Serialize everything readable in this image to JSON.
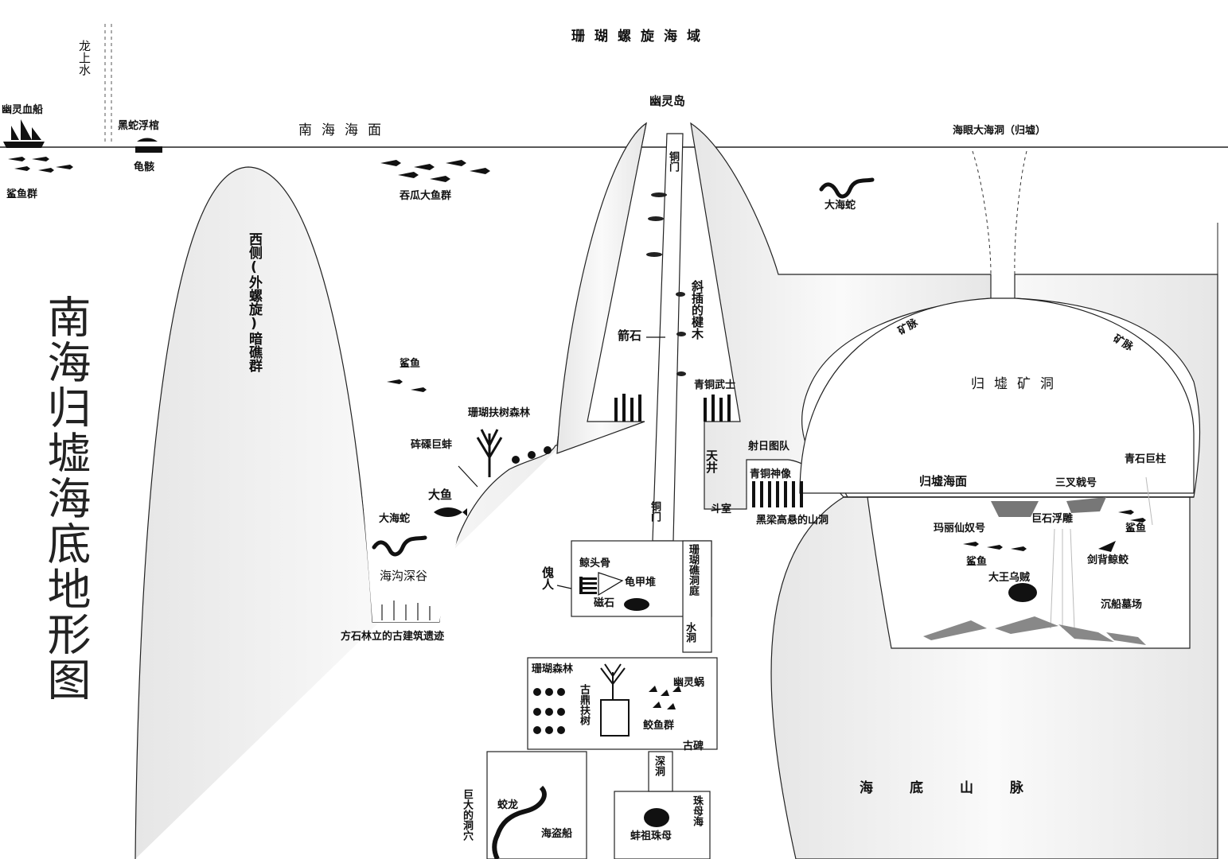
{
  "map_title": "南海归墟海底地形图",
  "regions": {
    "coral_sea": "珊瑚螺旋海域",
    "south_sea_surface": "南海海面",
    "undersea_mountains": "海底山脉",
    "guixu_mine_cave": "归墟矿洞",
    "guixu_sea_surface": "归墟海面",
    "west_reef": "西侧(外螺旋)暗礁群",
    "trench_valley": "海沟深谷",
    "sea_eye_cave": "海眼大海洞（归墟）"
  },
  "labels": {
    "waterspout": "龙上水",
    "ghost_ship": "幽灵血船",
    "shark_school_1": "鲨鱼群",
    "black_coffin": "黑蛇浮棺",
    "turtle_bones": "龟骸",
    "whale_fish": "吞瓜大鱼群",
    "ghost_island": "幽灵岛",
    "bronze_gate_1": "铜门",
    "bronze_gate_2": "铜门",
    "sea_serpent_1": "大海蛇",
    "sea_serpent_2": "大海蛇",
    "slanted_timber": "斜插的楗木",
    "arrow_stone": "箭石",
    "bronze_warriors": "青铜武士",
    "shark_2": "鲨鱼",
    "coral_forest_1": "珊瑚扶树森林",
    "giant_clam": "砗磲巨蚌",
    "big_fish": "大鱼",
    "skylight": "天井",
    "dou_room": "斗室",
    "sun_shooting": "射日图队",
    "bronze_shrine": "青铜神像",
    "black_beam_cave": "黑梁高悬的山洞",
    "ruins": "方石林立的古建筑遗迹",
    "whale_skull": "鲸头骨",
    "turtle_shell": "龟甲堆",
    "magnet_stone": "磁石",
    "puppet": "傀人",
    "coral_reef_cave": "珊瑚礁洞庭",
    "water_cave": "水洞",
    "coral_forest_2": "珊瑚森林",
    "ancient_tree": "古鼎扶树",
    "ghost_snail": "幽灵蜗",
    "mackerel": "鲛鱼群",
    "ancient_stele": "古碑",
    "deep_cave": "深洞",
    "giant_cave": "巨大的洞穴",
    "jiaolong": "蛟龙",
    "pirate_ship": "海盗船",
    "pearl_sea": "珠母海",
    "clam_pearl": "蚌祖珠母",
    "mary_ship": "玛丽仙奴号",
    "trident_ship": "三叉戟号",
    "giant_stone_slab": "巨石浮雕",
    "blue_pillar": "青石巨柱",
    "shark_3": "鲨鱼",
    "shark_4": "鲨鱼",
    "swordfish": "剑背鲸鲛",
    "king_squid": "大王乌贼",
    "shipwreck": "沉船墓场",
    "ore_vein_1": "矿脉",
    "ore_vein_2": "矿脉"
  }
}
